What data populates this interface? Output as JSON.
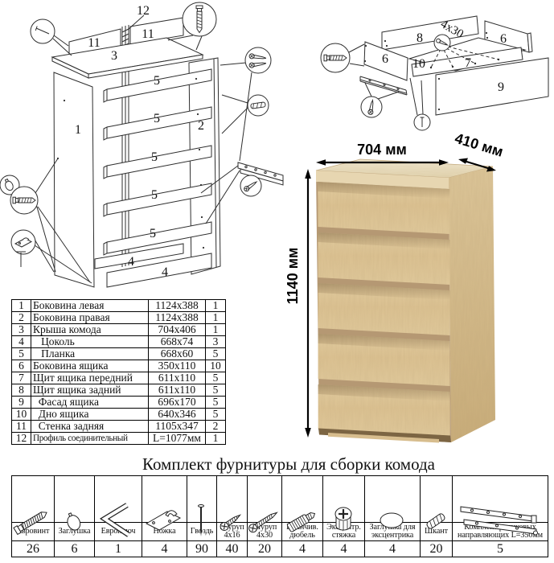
{
  "diagram_left": {
    "labels": {
      "p12": "12",
      "p11a": "11",
      "p11b": "11",
      "p3": "3",
      "p1": "1",
      "p2": "2",
      "p5a": "5",
      "p5b": "5",
      "p5c": "5",
      "p5d": "5",
      "p5e": "5",
      "p4a": "4",
      "p4b": "4"
    }
  },
  "diagram_right": {
    "labels": {
      "p8": "8",
      "p6a": "6",
      "p6b": "6",
      "p10": "10",
      "p7": "7",
      "p9": "9"
    },
    "screw_size": "4x30"
  },
  "product": {
    "width_label": "704 мм",
    "depth_label": "410 мм",
    "height_label": "1140 мм",
    "wood_color": "#dfc79b"
  },
  "parts_table": {
    "rows": [
      {
        "num": "1",
        "name": "Боковина левая",
        "size": "1124x388",
        "qty": "1"
      },
      {
        "num": "2",
        "name": "Боковина правая",
        "size": "1124x388",
        "qty": "1"
      },
      {
        "num": "3",
        "name": "Крыша комода",
        "size": "704x406",
        "qty": "1"
      },
      {
        "num": "4",
        "name": "   Цоколь",
        "size": "668x74",
        "qty": "3"
      },
      {
        "num": "5",
        "name": "   Планка",
        "size": "668x60",
        "qty": "5"
      },
      {
        "num": "6",
        "name": "Боковина ящика",
        "size": "350x110",
        "qty": "10"
      },
      {
        "num": "7",
        "name": "Щит ящика передний",
        "size": "611x110",
        "qty": "5"
      },
      {
        "num": "8",
        "name": "Щит ящика задний",
        "size": "611x110",
        "qty": "5"
      },
      {
        "num": "9",
        "name": "  Фасад ящика",
        "size": "696x170",
        "qty": "5"
      },
      {
        "num": "10",
        "name": "  Дно ящика",
        "size": "640x346",
        "qty": "5"
      },
      {
        "num": "11",
        "name": "  Стенка задняя",
        "size": "1105x347",
        "qty": "2"
      },
      {
        "num": "12",
        "name": "Профиль соединительный",
        "size": "L=1077мм",
        "qty": "1"
      }
    ]
  },
  "hardware": {
    "title": "Комплект фурнитуры для сборки комода",
    "items": [
      {
        "name": "Евровинт",
        "qty": "26",
        "icon": "euroscrew"
      },
      {
        "name": "Заглушка",
        "qty": "6",
        "icon": "cap"
      },
      {
        "name": "Евроключ",
        "qty": "1",
        "icon": "hex-key"
      },
      {
        "name": "Ножка",
        "qty": "4",
        "icon": "leg"
      },
      {
        "name": "Гвоздь",
        "qty": "90",
        "icon": "nail"
      },
      {
        "name": "Шуруп 4x16",
        "qty": "40",
        "icon": "screw-small"
      },
      {
        "name": "Шуруп 4x30",
        "qty": "20",
        "icon": "screw-long"
      },
      {
        "name": "Ввинчив. дюбель",
        "qty": "4",
        "icon": "screw-in-dowel"
      },
      {
        "name": "Эксцентр. стяжка",
        "qty": "4",
        "icon": "cam-lock"
      },
      {
        "name": "Заглушка для эксцентрика",
        "qty": "4",
        "icon": "cam-cap"
      },
      {
        "name": "Шкант",
        "qty": "20",
        "icon": "wooden-dowel"
      },
      {
        "name": "Комплект роликовых направляющих L=350мм",
        "qty": "5",
        "icon": "roller-slides"
      }
    ]
  }
}
